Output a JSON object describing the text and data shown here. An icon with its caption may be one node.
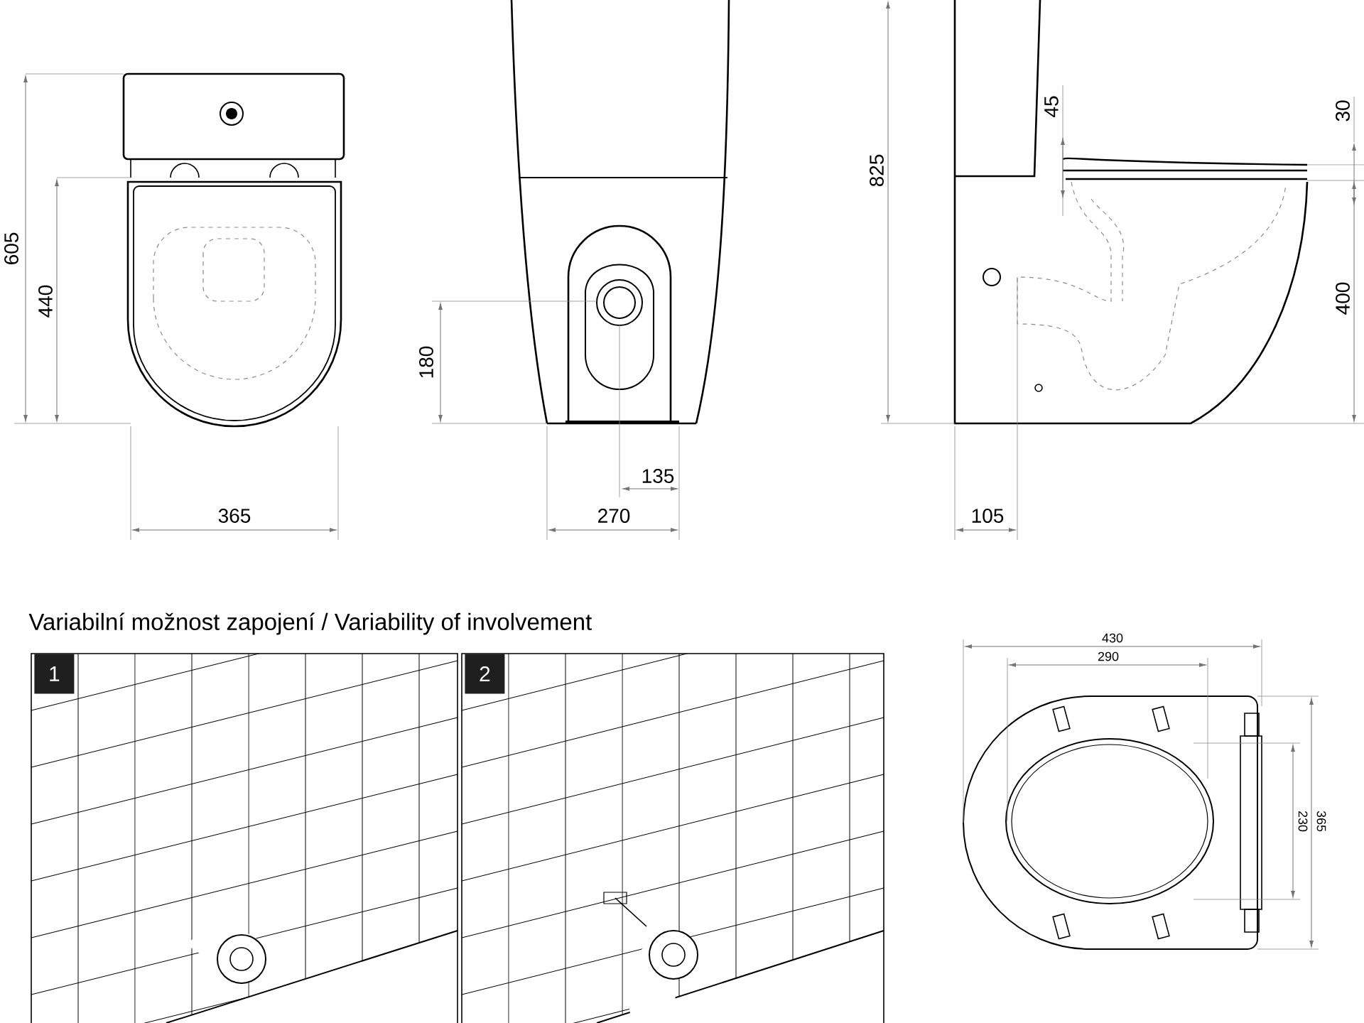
{
  "diagram": {
    "title": "Variabilní možnost zapojení / Variability of involvement",
    "nodes": [
      {
        "text": [
          "1"
        ]
      },
      {
        "text": [
          "2"
        ]
      }
    ],
    "labels": [
      "605",
      "440",
      "365",
      "180",
      "135",
      "270",
      "825",
      "45",
      "30",
      "400",
      "105",
      "430",
      "290",
      "230",
      "365"
    ]
  }
}
